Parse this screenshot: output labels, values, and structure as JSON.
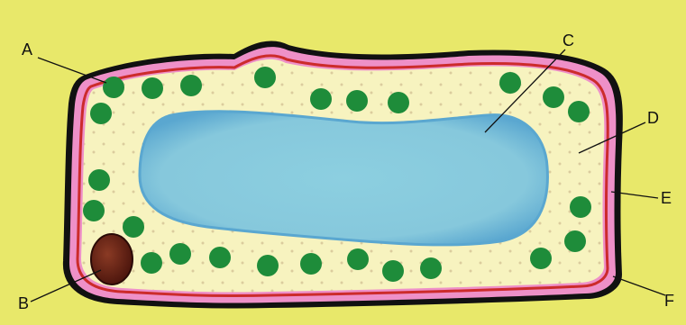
{
  "diagram": {
    "labels": {
      "A": "A",
      "B": "B",
      "C": "C",
      "D": "D",
      "E": "E",
      "F": "F"
    },
    "colors": {
      "background": "#e8e86a",
      "cell_wall": "#ee90c8",
      "cell_membrane": "#cc2b2b",
      "cytoplasm": "#f7f3bf",
      "vacuole": "#86c8dc",
      "chloroplast": "#1e8c3a",
      "nucleus": "#6a2418"
    }
  }
}
